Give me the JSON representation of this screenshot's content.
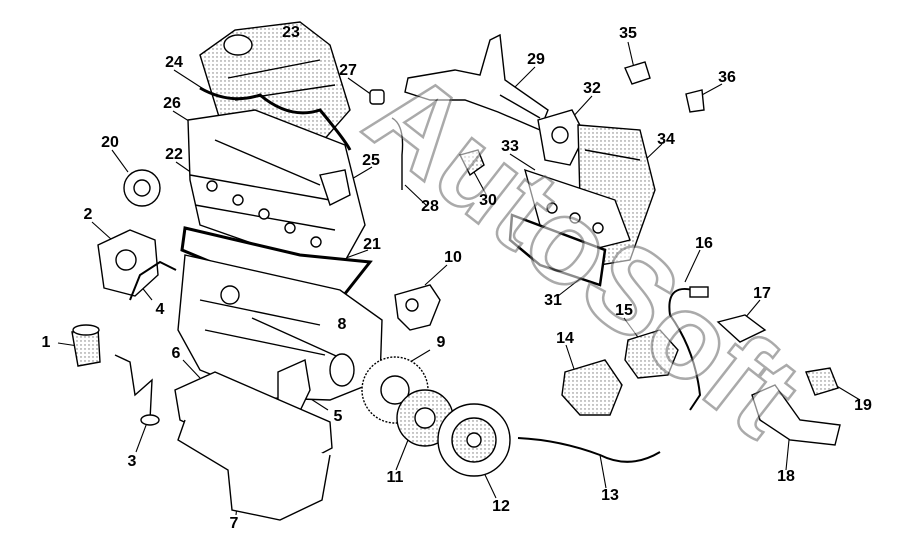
{
  "diagram": {
    "watermark": "AutoSoft",
    "callouts": [
      "1",
      "2",
      "3",
      "4",
      "5",
      "6",
      "7",
      "8",
      "9",
      "10",
      "11",
      "12",
      "13",
      "14",
      "15",
      "16",
      "17",
      "18",
      "19",
      "20",
      "21",
      "22",
      "23",
      "24",
      "25",
      "26",
      "27",
      "28",
      "29",
      "30",
      "31",
      "32",
      "33",
      "34",
      "35",
      "36"
    ]
  },
  "colors": {
    "ink": "#000000",
    "paper": "#ffffff",
    "shade": "#cfcfcf",
    "watermark": "#9a9a9a"
  }
}
